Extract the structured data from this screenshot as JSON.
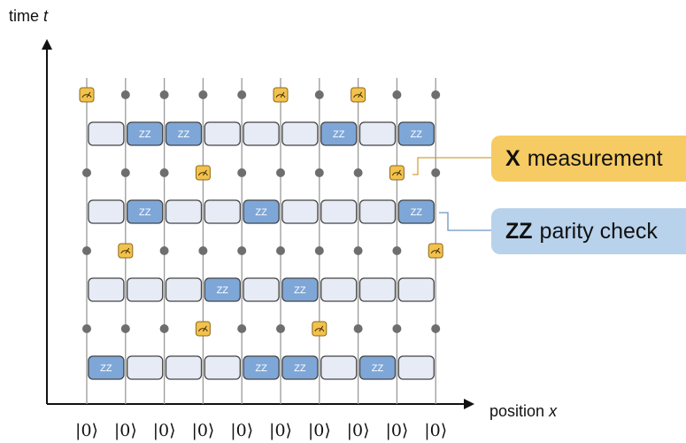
{
  "axes": {
    "y_label": "time",
    "y_var": "t",
    "x_label": "position",
    "x_var": "x"
  },
  "columns": 10,
  "initial_state_label": "|0⟩",
  "gate_label": "ZZ",
  "legend": {
    "x_bold": "X",
    "x_text": "measurement",
    "zz_bold": "ZZ",
    "zz_text": "parity check"
  },
  "colors": {
    "measurement": "#f2c14e",
    "parity_check": "#7ea7d8",
    "empty_gate": "#e6ebf5"
  },
  "layers": [
    {
      "type": "measure",
      "cells": [
        1,
        0,
        0,
        0,
        0,
        1,
        0,
        1,
        0,
        0
      ]
    },
    {
      "type": "gates",
      "cells": [
        0,
        1,
        1,
        0,
        0,
        0,
        1,
        0,
        1
      ]
    },
    {
      "type": "measure",
      "cells": [
        0,
        0,
        0,
        1,
        0,
        0,
        0,
        0,
        1,
        0
      ]
    },
    {
      "type": "gates",
      "cells": [
        0,
        1,
        0,
        0,
        1,
        0,
        0,
        0,
        1
      ]
    },
    {
      "type": "measure",
      "cells": [
        0,
        1,
        0,
        0,
        0,
        0,
        0,
        0,
        0,
        1
      ]
    },
    {
      "type": "gates",
      "cells": [
        0,
        0,
        0,
        1,
        0,
        1,
        0,
        0,
        0
      ]
    },
    {
      "type": "measure",
      "cells": [
        0,
        0,
        0,
        1,
        0,
        0,
        1,
        0,
        0,
        0
      ]
    },
    {
      "type": "gates",
      "cells": [
        1,
        0,
        0,
        0,
        1,
        1,
        0,
        1,
        0
      ]
    }
  ]
}
